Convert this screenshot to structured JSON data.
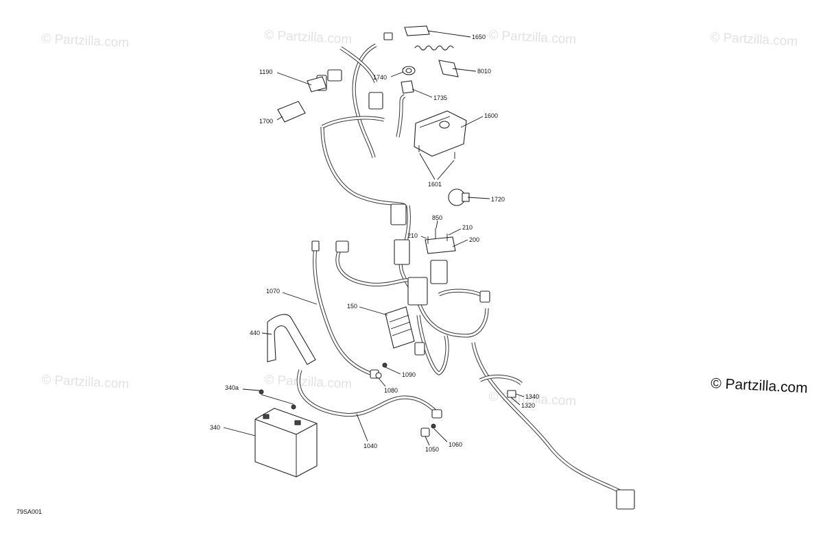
{
  "diagram": {
    "code": "79SA001",
    "watermark_faint": "© Partzilla.com",
    "watermark_main": "© Partzilla.com"
  },
  "callouts": {
    "c1650": "1650",
    "c8010": "8010",
    "c1740": "1740",
    "c1735": "1735",
    "c1190": "1190",
    "c1700": "1700",
    "c1600": "1600",
    "c1601": "1601",
    "c1720": "1720",
    "c850": "850",
    "c210a": "210",
    "c210b": "210",
    "c200": "200",
    "c1070": "1070",
    "c150": "150",
    "c440": "440",
    "c1090": "1090",
    "c1080": "1080",
    "c340a": "340a",
    "c340": "340",
    "c1040": "1040",
    "c1050": "1050",
    "c1060": "1060",
    "c1340": "1340",
    "c1320": "1320"
  }
}
